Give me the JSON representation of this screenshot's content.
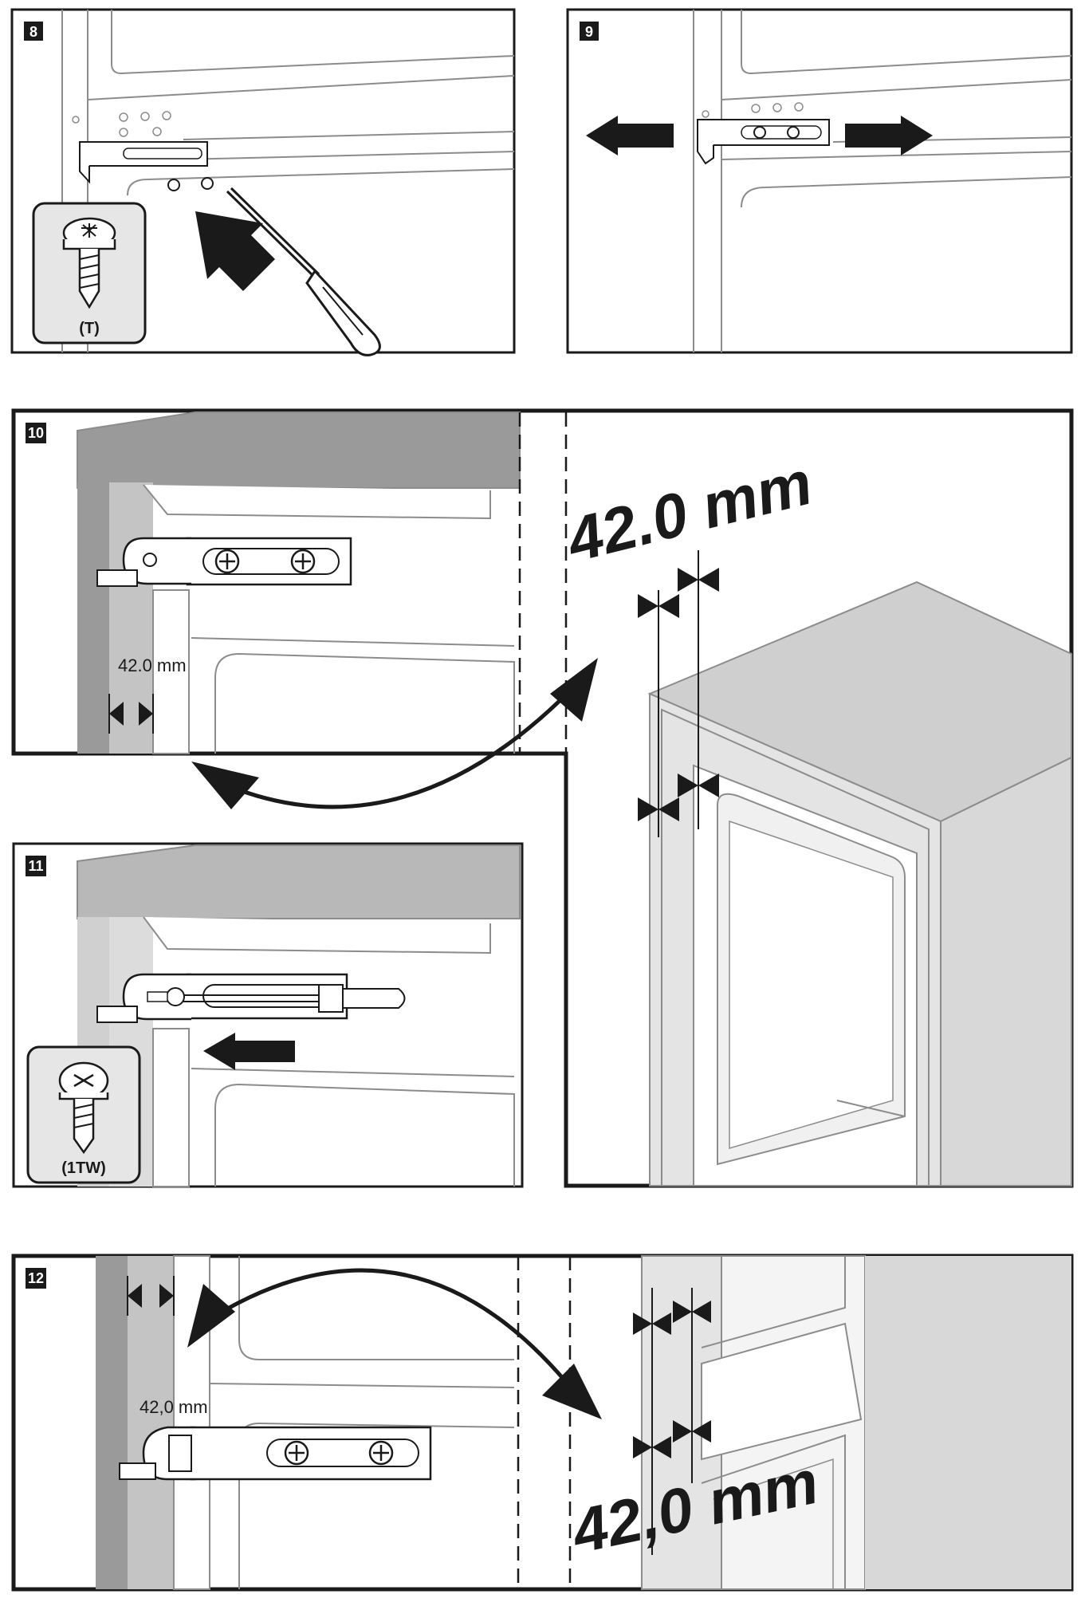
{
  "steps": [
    {
      "number": "8",
      "screw_code": "(T)"
    },
    {
      "number": "9"
    },
    {
      "number": "10",
      "dimension_small": "42.0 mm",
      "dimension_large": "42.0 mm"
    },
    {
      "number": "11",
      "screw_code": "(1TW)"
    },
    {
      "number": "12",
      "dimension_small": "42,0 mm",
      "dimension_large": "42,0 mm"
    }
  ],
  "colors": {
    "frame": "#1a1a1a",
    "line": "#8c8c8c",
    "panel_gray": "#bdbdbd",
    "dark_gray": "#9a9a9a",
    "cabinet_gray": "#cfcfcf",
    "badge_bg": "#1a1a1a",
    "screw_badge_bg": "#e6e6e6"
  }
}
